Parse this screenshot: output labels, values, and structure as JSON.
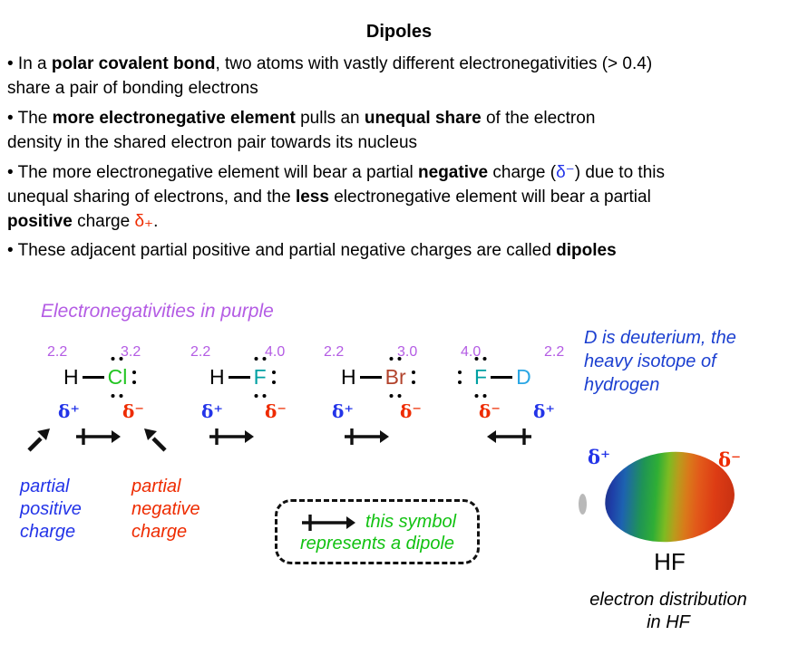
{
  "title": "Dipoles",
  "bullets": [
    {
      "segments": [
        {
          "t": "• In a "
        },
        {
          "t": "polar covalent bond",
          "b": 1
        },
        {
          "t": ", two atoms with vastly different electronegativities (> 0.4)\nshare a pair of bonding electrons"
        }
      ]
    },
    {
      "segments": [
        {
          "t": "• The "
        },
        {
          "t": "more electronegative element",
          "b": 1
        },
        {
          "t": " pulls an "
        },
        {
          "t": "unequal share",
          "b": 1
        },
        {
          "t": " of the electron\ndensity in the shared electron pair towards its nucleus"
        }
      ]
    },
    {
      "segments": [
        {
          "t": "• The more electronegative element will bear a partial "
        },
        {
          "t": "negative",
          "b": 1
        },
        {
          "t": " charge ("
        },
        {
          "t": "δ⁻",
          "c": "blue"
        },
        {
          "t": ") due to this\nunequal sharing of electrons, and the "
        },
        {
          "t": "less",
          "b": 1
        },
        {
          "t": " electronegative element will bear a partial\n"
        },
        {
          "t": "positive",
          "b": 1
        },
        {
          "t": " charge "
        },
        {
          "t": "δ₊",
          "c": "red"
        },
        {
          "t": "."
        }
      ]
    },
    {
      "segments": [
        {
          "t": "• These adjacent partial positive and partial negative charges are called "
        },
        {
          "t": "dipoles",
          "b": 1
        }
      ]
    }
  ],
  "colors": {
    "purple": "#b45ce4",
    "blue": "#2334e8",
    "red": "#ee2b00",
    "green_cl": "#22c522",
    "teal_f": "#00a0a2",
    "brick_br": "#b2432c",
    "sky_d": "#2aa6e4",
    "note_blue": "#1b3fd0",
    "green_text": "#12c212",
    "black": "#000000",
    "gray": "#b9b9b9"
  },
  "diagram": {
    "heading": "Electronegativities in purple",
    "molecules": [
      {
        "name": "hydrogen chloride",
        "en_left": "2.2",
        "en_right": "3.2",
        "left_atom": "H",
        "left_color": "#000000",
        "right_atom": "Cl",
        "right_color": "#22c522",
        "delta_left": "δ⁺",
        "delta_left_color": "#2334e8",
        "delta_right": "δ⁻",
        "delta_right_color": "#ee2b00",
        "dipole_arrow": "points-right"
      },
      {
        "name": "hydrogen fluoride",
        "en_left": "2.2",
        "en_right": "4.0",
        "left_atom": "H",
        "left_color": "#000000",
        "right_atom": "F",
        "right_color": "#00a0a2",
        "delta_left": "δ⁺",
        "delta_left_color": "#2334e8",
        "delta_right": "δ⁻",
        "delta_right_color": "#ee2b00",
        "dipole_arrow": "points-right"
      },
      {
        "name": "hydrogen bromide",
        "en_left": "2.2",
        "en_right": "3.0",
        "left_atom": "H",
        "left_color": "#000000",
        "right_atom": "Br",
        "right_color": "#b2432c",
        "delta_left": "δ⁺",
        "delta_left_color": "#2334e8",
        "delta_right": "δ⁻",
        "delta_right_color": "#ee2b00",
        "dipole_arrow": "points-right"
      },
      {
        "name": "deuterium fluoride",
        "en_left": "4.0",
        "en_right": "2.2",
        "left_atom": "F",
        "left_color": "#00a0a2",
        "right_atom": "D",
        "right_color": "#2aa6e4",
        "delta_left": "δ⁻",
        "delta_left_color": "#ee2b00",
        "delta_right": "δ⁺",
        "delta_right_color": "#2334e8",
        "dipole_arrow": "points-left"
      }
    ],
    "deuterium_note": "D is deuterium, the\nheavy isotope of\nhydrogen",
    "partial_positive_label": "partial\npositive\ncharge",
    "partial_negative_label": "partial\nnegative\ncharge",
    "legend": {
      "line1": "this symbol",
      "line2": "represents a dipole"
    },
    "hf_model": {
      "delta_plus": "δ⁺",
      "delta_minus": "δ⁻",
      "label": "HF",
      "caption": "electron distribution\nin HF"
    }
  }
}
